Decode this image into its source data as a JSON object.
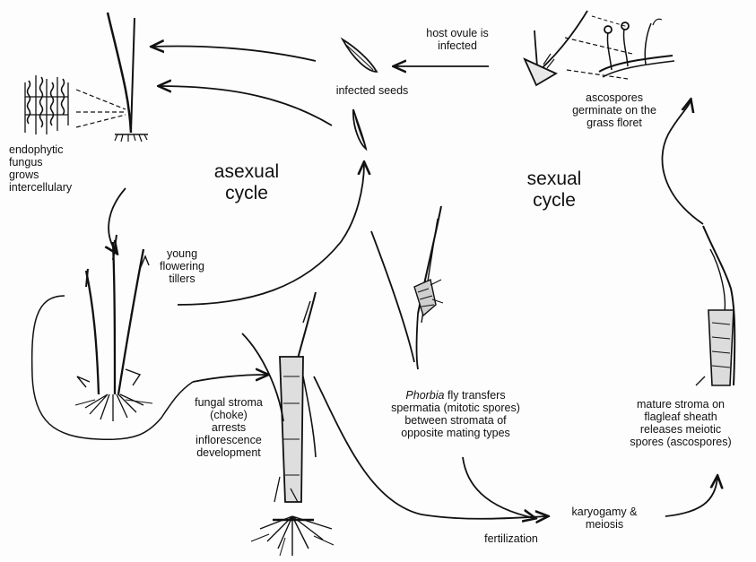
{
  "cycle_labels": {
    "asexual_line1": "asexual",
    "asexual_line2": "cycle",
    "sexual_line1": "sexual",
    "sexual_line2": "cycle"
  },
  "labels": {
    "host_ovule_line1": "host ovule is",
    "host_ovule_line2": "infected",
    "infected_seeds": "infected seeds",
    "ascospores_line1": "ascospores",
    "ascospores_line2": "germinate on the",
    "ascospores_line3": "grass floret",
    "endophytic_line1": "endophytic",
    "endophytic_line2": "fungus",
    "endophytic_line3": "grows",
    "endophytic_line4": "intercellulary",
    "young_line1": "young",
    "young_line2": "flowering",
    "young_line3": "tillers",
    "stroma_line1": "fungal stroma",
    "stroma_line2": "(choke)",
    "stroma_line3": "arrests",
    "stroma_line4": "inflorescence",
    "stroma_line5": "development",
    "phorbia_italic": "Phorbia",
    "phorbia_line1_rest": " fly transfers",
    "phorbia_line2": "spermatia (mitotic spores)",
    "phorbia_line3": "between stromata of",
    "phorbia_line4": "opposite mating types",
    "mature_line1": "mature stroma on",
    "mature_line2": "flagleaf sheath",
    "mature_line3": "releases meiotic",
    "mature_line4": "spores (ascospores)",
    "karyo_line1": "karyogamy &",
    "karyo_line2": "meiosis",
    "fertilization": "fertilization"
  }
}
